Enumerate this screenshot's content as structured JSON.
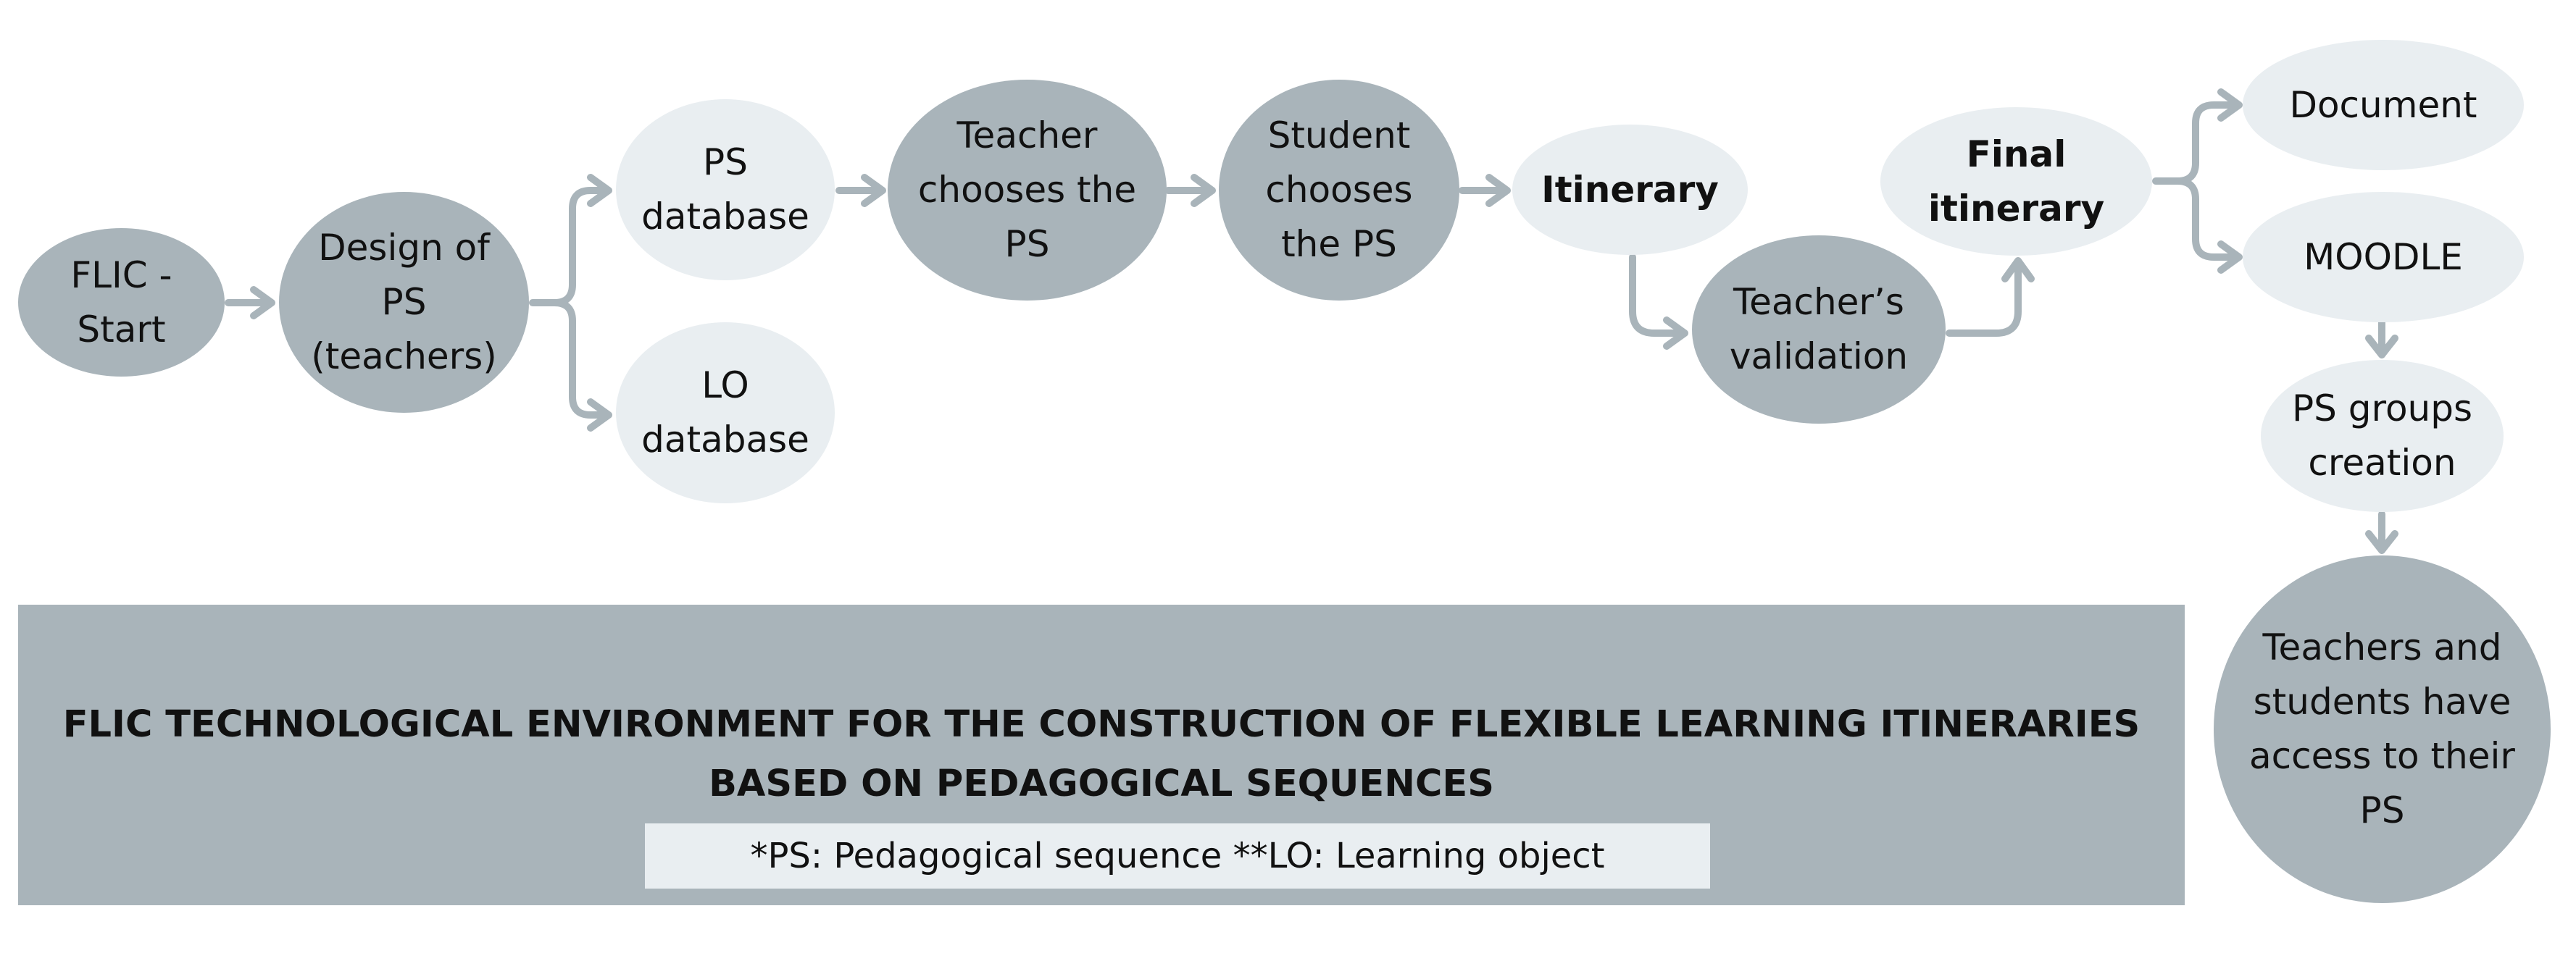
{
  "nodes": {
    "start": "FLIC -\nStart",
    "design": "Design of\nPS\n(teachers)",
    "ps_db": "PS\ndatabase",
    "lo_db": "LO\ndatabase",
    "teacher_choice": "Teacher\nchooses the\nPS",
    "student_choice": "Student\nchooses\nthe PS",
    "itinerary": "Itinerary",
    "validation": "Teacher’s\nvalidation",
    "final": "Final\nitinerary",
    "document": "Document",
    "moodle": "MOODLE",
    "groups": "PS groups\ncreation",
    "access": "Teachers and\nstudents have\naccess to their\nPS"
  },
  "banner": {
    "title": "FLIC TECHNOLOGICAL ENVIRONMENT FOR THE CONSTRUCTION OF FLEXIBLE LEARNING ITINERARIES\nBASED ON PEDAGOGICAL SEQUENCES",
    "note": "*PS: Pedagogical sequence **LO: Learning object"
  },
  "colors": {
    "dark_node": "#a9b4ba",
    "light_node": "#e9eef1",
    "connector": "#a9b4ba",
    "text": "#111111"
  }
}
